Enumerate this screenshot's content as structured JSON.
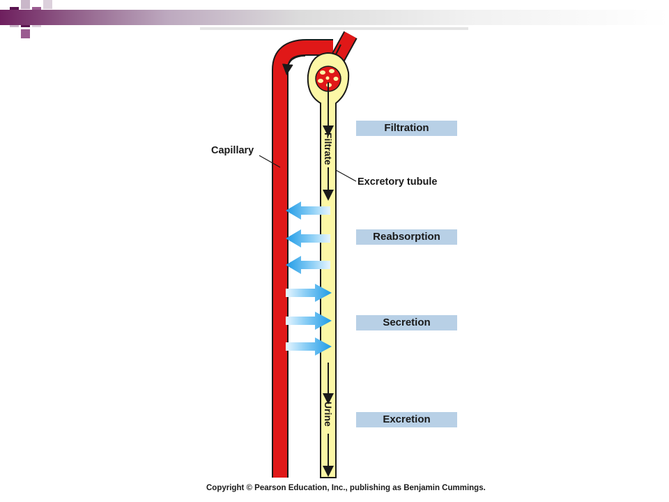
{
  "labels": {
    "capillary": "Capillary",
    "excretory_tubule": "Excretory tubule",
    "filtrate": "Filtrate",
    "urine": "Urine"
  },
  "stages": {
    "filtration": "Filtration",
    "reabsorption": "Reabsorption",
    "secretion": "Secretion",
    "excretion": "Excretion"
  },
  "copyright": "Copyright © Pearson Education, Inc., publishing as Benjamin Cummings.",
  "colors": {
    "capillary": "#e01818",
    "tubule_fill": "#fcf7a6",
    "tubule_outline": "#1a1a1a",
    "arrow": "#29a3e8",
    "stage_box": "#b8d0e6",
    "header_accent": "#6e1f5e"
  }
}
